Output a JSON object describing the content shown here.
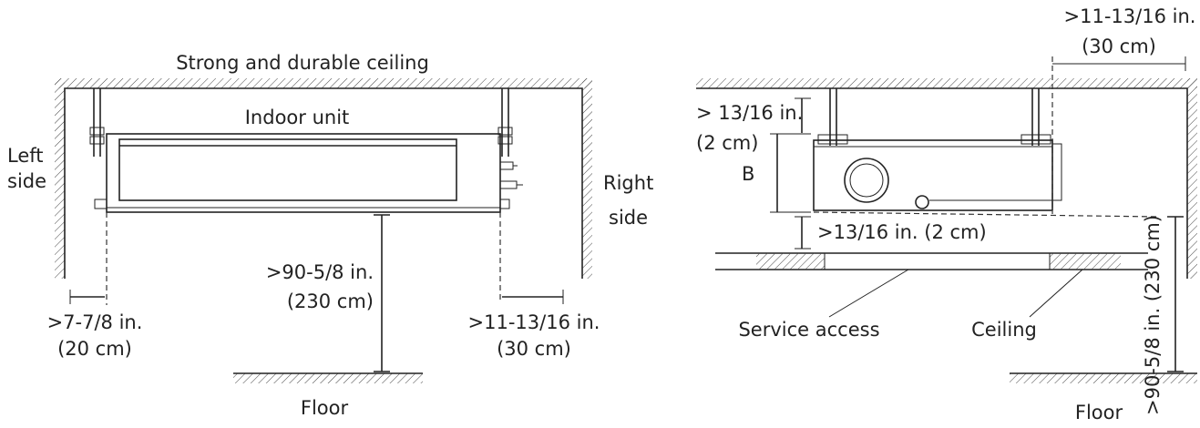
{
  "left_view": {
    "ceiling_label": "Strong and durable ceiling",
    "unit_label": "Indoor unit",
    "left_side_line1": "Left",
    "left_side_line2": "side",
    "right_side_line1": "Right",
    "right_side_line2": "side",
    "floor_height_line1": ">90-5/8 in.",
    "floor_height_line2": "(230 cm)",
    "left_clear_line1": ">7-7/8 in.",
    "left_clear_line2": "(20 cm)",
    "right_clear_line1": ">11-13/16 in.",
    "right_clear_line2": "(30 cm)",
    "floor_label": "Floor"
  },
  "right_view": {
    "top_clear_line1": ">11-13/16 in.",
    "top_clear_line2": "(30 cm)",
    "upper_gap_line1": "> 13/16 in.",
    "upper_gap_line2": "(2 cm)",
    "dim_b": "B",
    "lower_gap": ">13/16 in. (2 cm)",
    "service_access": "Service access",
    "ceiling_label": "Ceiling",
    "floor_height_vertical": ">90-5/8 in. (230 cm)",
    "floor_label": "Floor"
  }
}
